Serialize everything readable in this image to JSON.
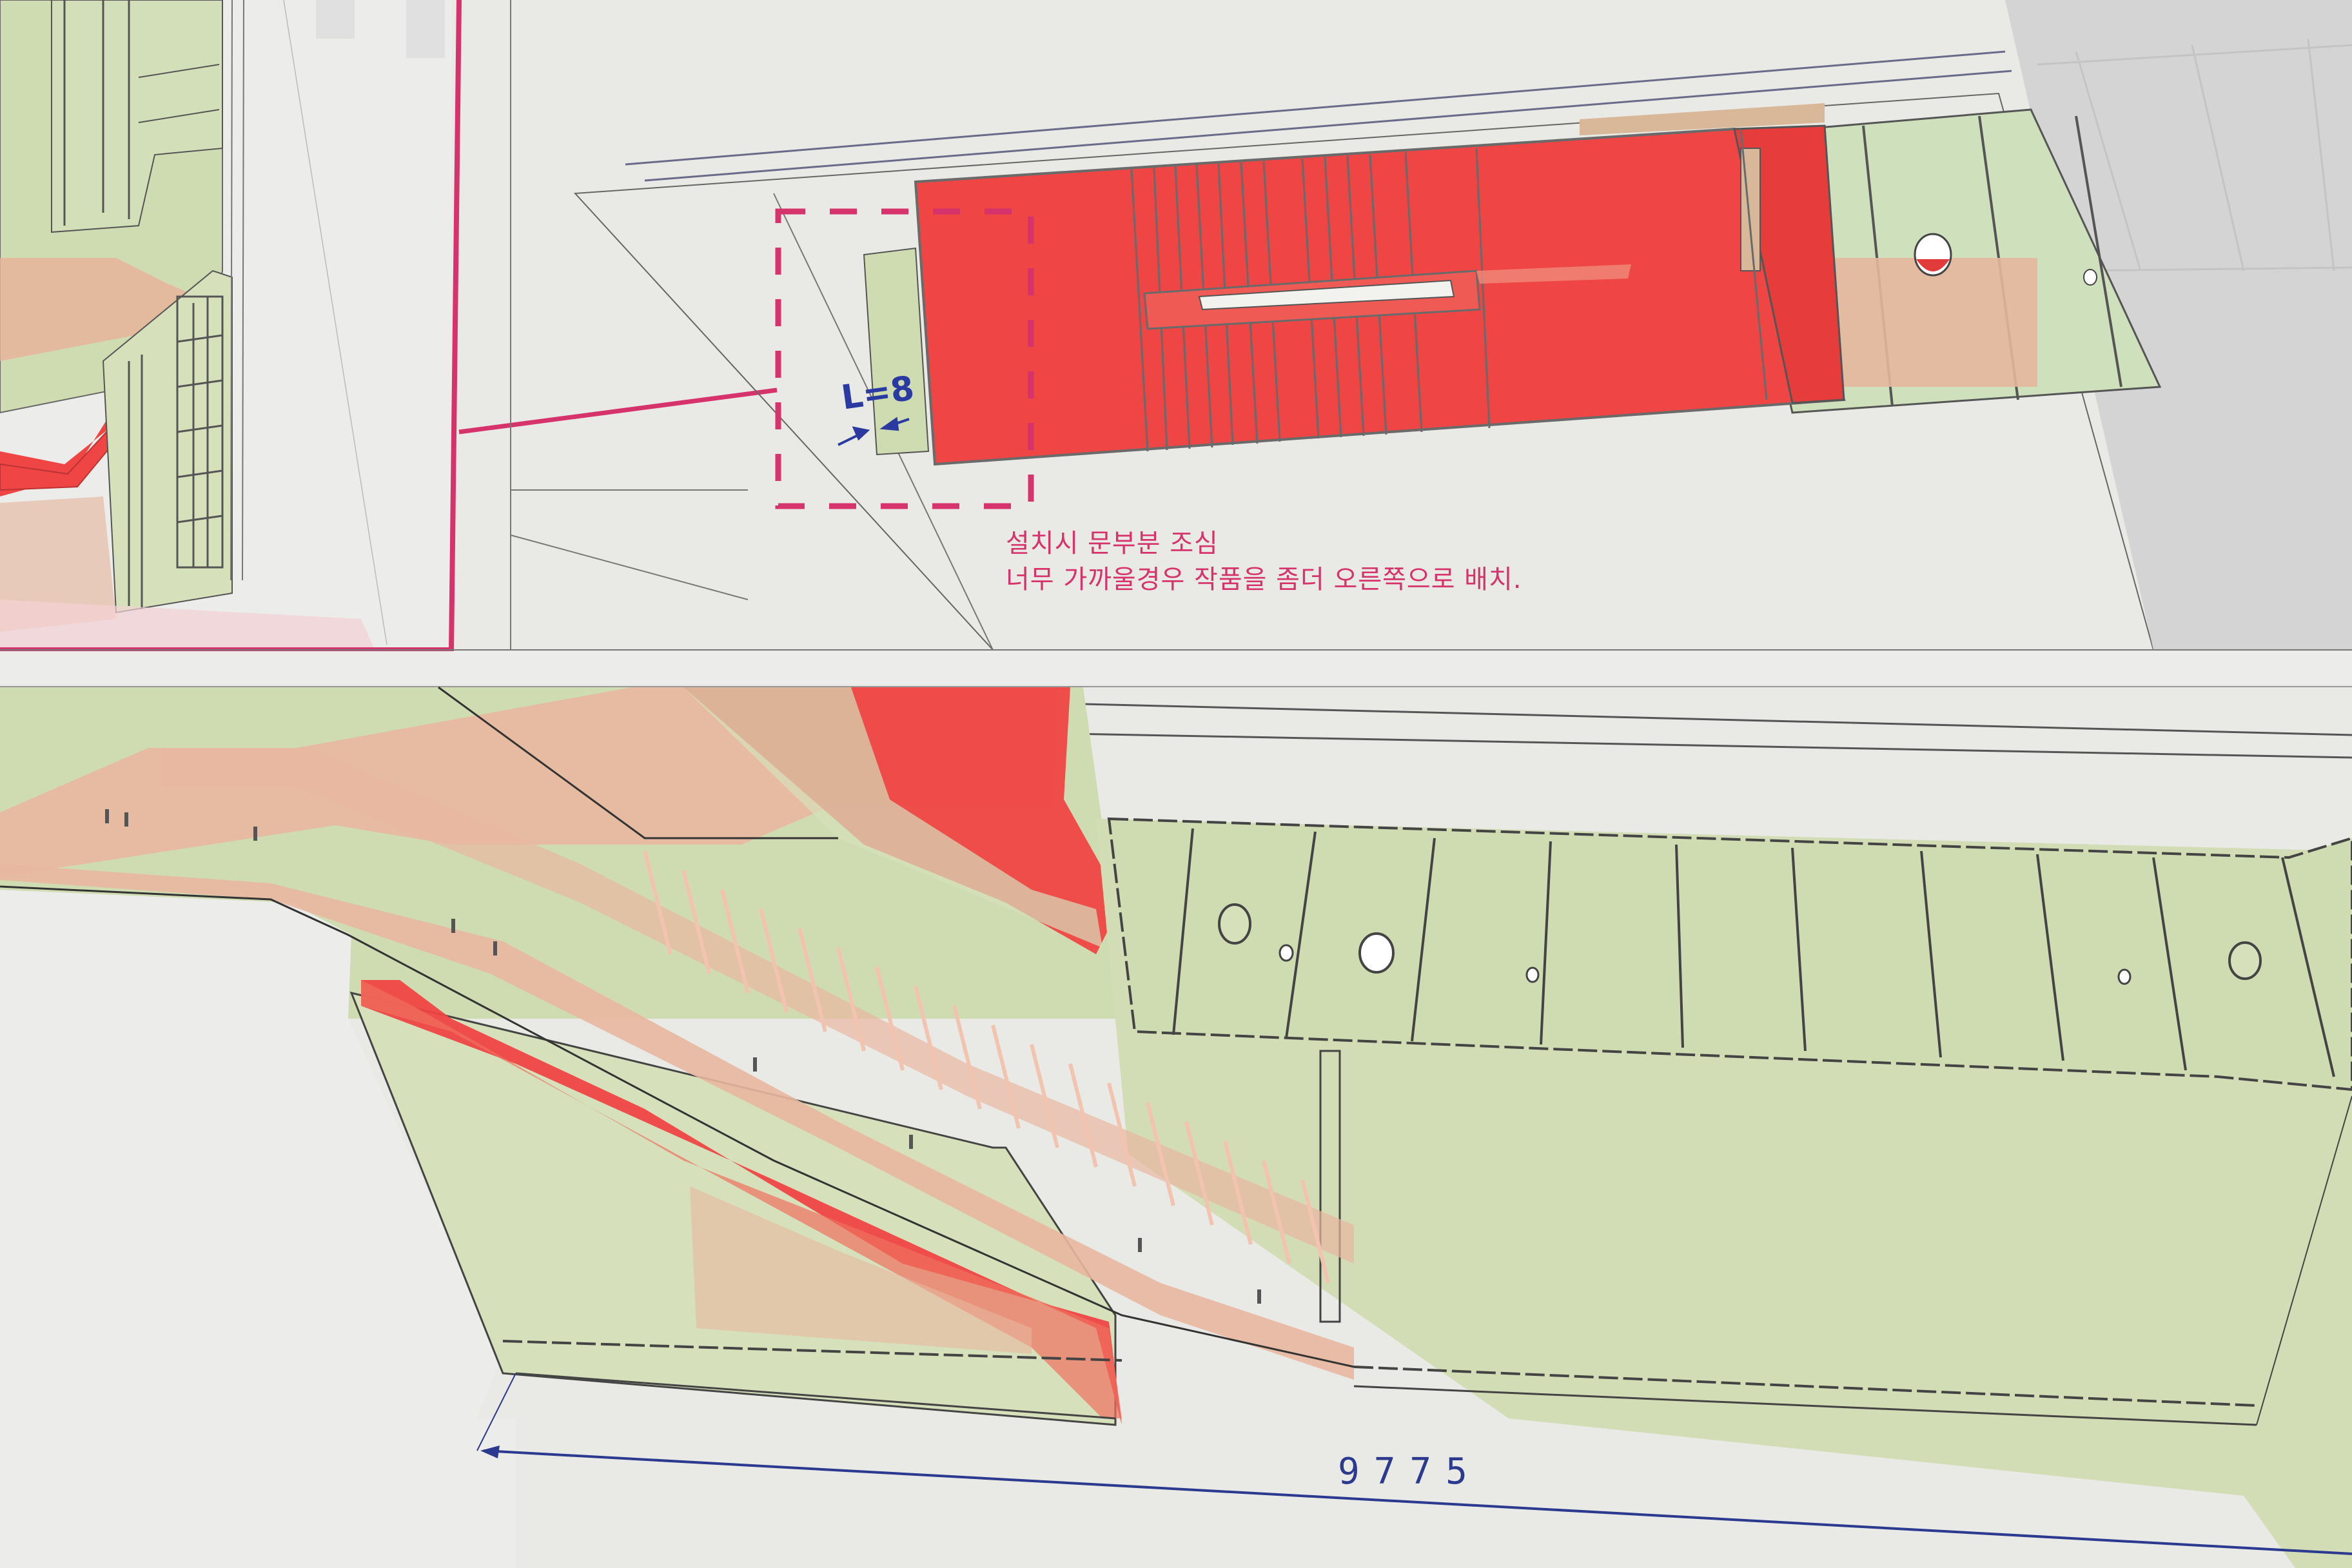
{
  "drawing": {
    "type": "architectural staircase installation drawing (photographed print)",
    "panels": [
      {
        "id": "top-left-inset",
        "description": "isometric view of building corner with red highlighted ledge, framed by magenta border"
      },
      {
        "id": "top-plan",
        "description": "top-down plan of stairwell with red highlighted landing area and dashed magenta callout box"
      },
      {
        "id": "bottom-section",
        "description": "isometric section of staircase with handrail, red highlighted stair stringers and green floor slab"
      }
    ],
    "colors": {
      "background": "#e9e9e6",
      "highlight_red": "#ef4545",
      "slab_green": "#cfdcb2",
      "salmon": "#e8b79f",
      "tan": "#d9b89a",
      "annotation_magenta": "#d6336c",
      "dimension_blue": "#2b3a8f",
      "linework": "#555555",
      "gray_panel": "#d4d4d4"
    }
  },
  "annotations": {
    "note_line_1": "설치시 문부분 조심",
    "note_line_2": "너무 가까울경우 작품을 좀더 오른쪽으로 배치.",
    "handwritten_mark": "L=8",
    "dimension_value": "9775"
  },
  "callout": {
    "style": "dashed magenta rectangle",
    "leader": "solid magenta line connecting inset frame to callout"
  }
}
